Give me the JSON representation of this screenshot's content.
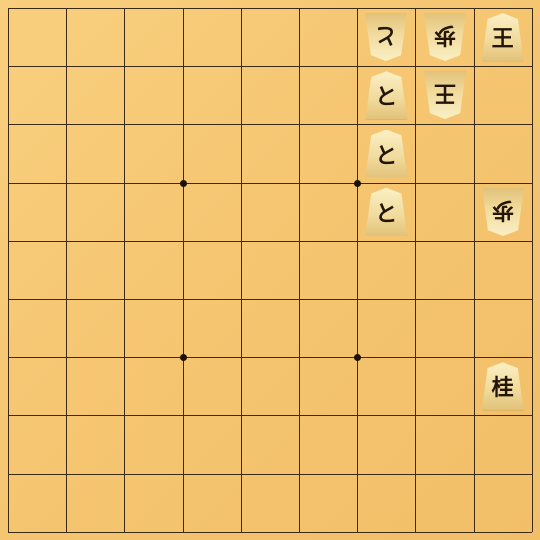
{
  "board": {
    "files": 9,
    "ranks": 9,
    "star_points": [
      [
        3,
        3
      ],
      [
        6,
        3
      ],
      [
        3,
        6
      ],
      [
        6,
        6
      ]
    ]
  },
  "pieces": [
    {
      "id": "p1",
      "label": "王",
      "name": "king",
      "owner": "sente",
      "file": 1,
      "rank": 1
    },
    {
      "id": "p2",
      "label": "歩",
      "name": "pawn",
      "owner": "gote",
      "file": 2,
      "rank": 1
    },
    {
      "id": "p3",
      "label": "と",
      "name": "tokin",
      "owner": "gote",
      "file": 3,
      "rank": 1
    },
    {
      "id": "p4",
      "label": "王",
      "name": "king",
      "owner": "gote",
      "file": 2,
      "rank": 2
    },
    {
      "id": "p5",
      "label": "と",
      "name": "tokin",
      "owner": "sente",
      "file": 3,
      "rank": 2
    },
    {
      "id": "p6",
      "label": "と",
      "name": "tokin",
      "owner": "sente",
      "file": 3,
      "rank": 3
    },
    {
      "id": "p7",
      "label": "と",
      "name": "tokin",
      "owner": "sente",
      "file": 3,
      "rank": 4
    },
    {
      "id": "p8",
      "label": "歩",
      "name": "pawn",
      "owner": "gote",
      "file": 1,
      "rank": 4
    },
    {
      "id": "p9",
      "label": "桂",
      "name": "knight",
      "owner": "sente",
      "file": 1,
      "rank": 7
    }
  ]
}
